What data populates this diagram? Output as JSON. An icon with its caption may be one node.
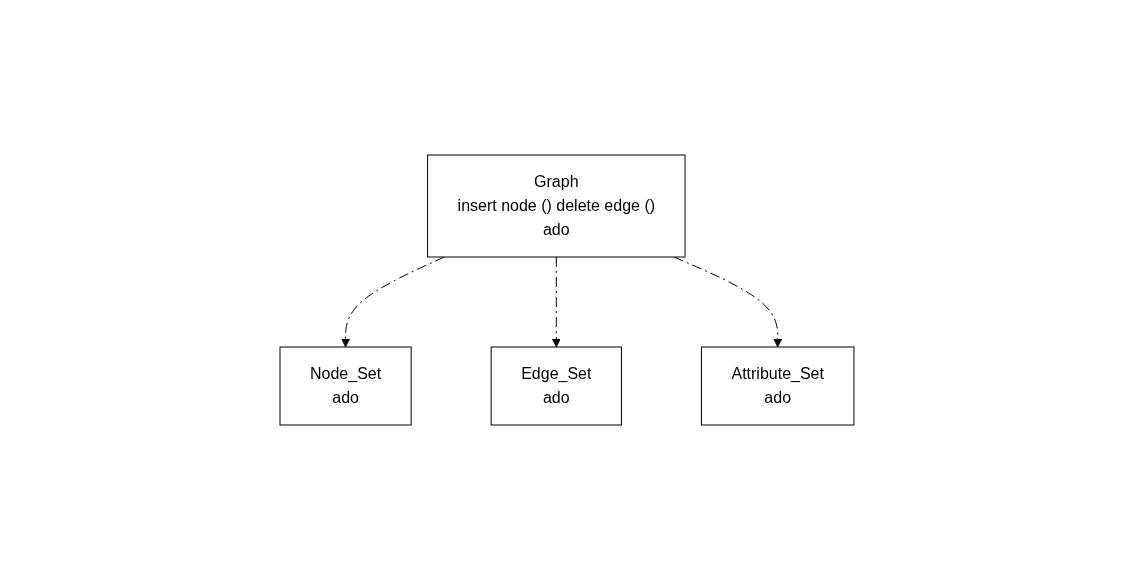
{
  "diagram": {
    "nodes": [
      {
        "text": [
          "Graph",
          "insert node () delete edge ()",
          "ado"
        ]
      },
      {
        "text": [
          "Node_Set",
          "ado"
        ]
      },
      {
        "text": [
          "Edge_Set",
          "ado"
        ]
      },
      {
        "text": [
          "Attribute_Set",
          "ado"
        ]
      }
    ],
    "edges": [
      {
        "from": 0,
        "to": 1,
        "arrow": "to",
        "style": "dashed"
      },
      {
        "from": 0,
        "to": 2,
        "arrow": "to",
        "style": "dashed"
      },
      {
        "from": 0,
        "to": 3,
        "arrow": "to",
        "style": "dashed"
      }
    ]
  }
}
